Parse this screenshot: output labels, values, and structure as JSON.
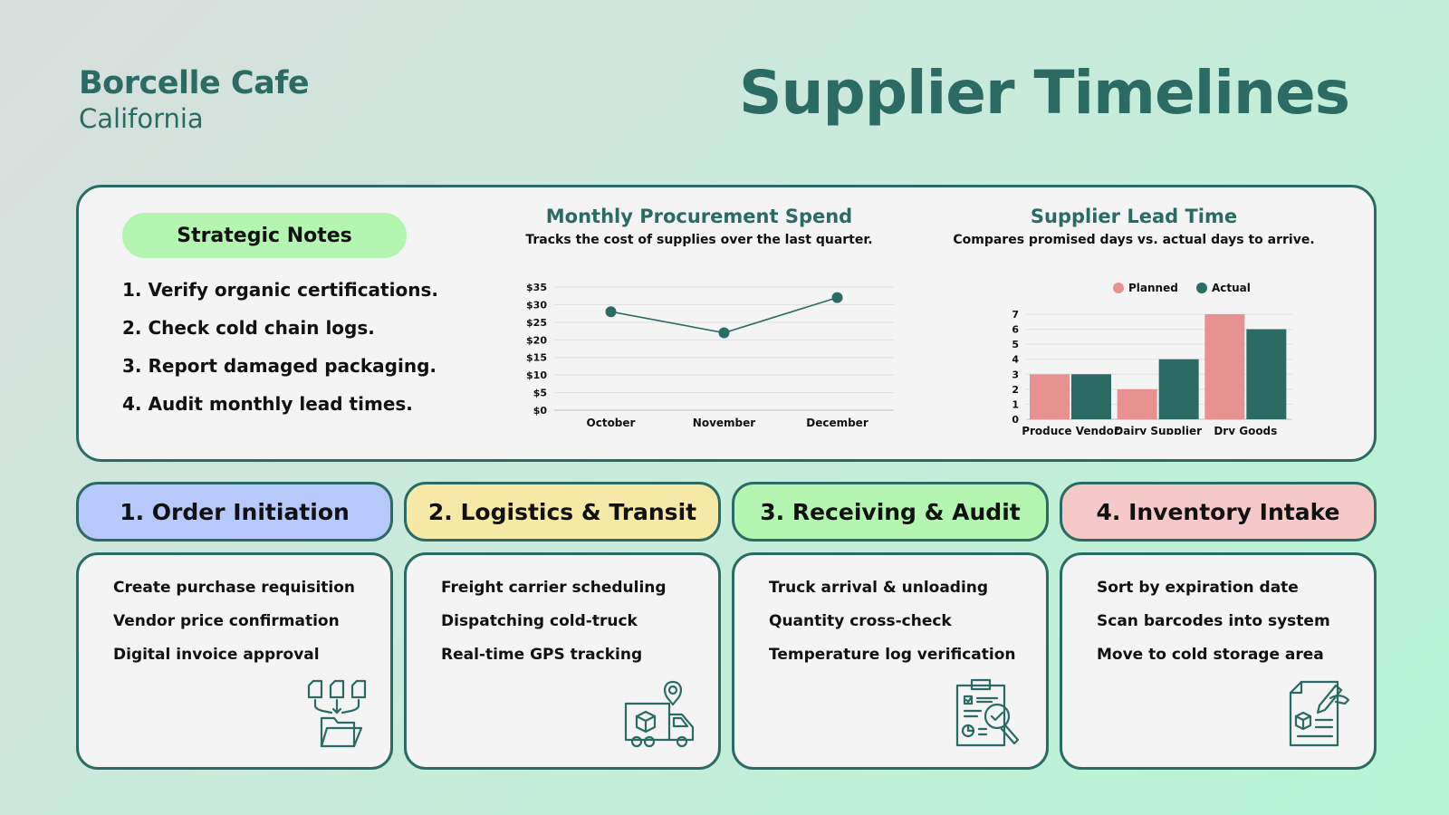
{
  "header": {
    "brand_name": "Borcelle Cafe",
    "brand_location": "California",
    "title": "Supplier Timelines"
  },
  "notes": {
    "title": "Strategic Notes",
    "items": [
      "1. Verify organic certifications.",
      "2. Check cold chain logs.",
      "3. Report damaged packaging.",
      "4. Audit monthly lead times."
    ]
  },
  "chart_data": [
    {
      "type": "line",
      "title": "Monthly Procurement Spend",
      "subtitle": "Tracks the cost of supplies over the last quarter.",
      "categories": [
        "October",
        "November",
        "December"
      ],
      "series": [
        {
          "values": [
            28,
            22,
            32
          ]
        }
      ],
      "ylim": [
        0,
        35
      ],
      "yticks": [
        "$0",
        "$5",
        "$10",
        "$15",
        "$20",
        "$25",
        "$30",
        "$35"
      ],
      "grid": true,
      "color": "#2b6b63"
    },
    {
      "type": "bar",
      "title": "Supplier Lead Time",
      "subtitle": "Compares promised days vs. actual days to arrive.",
      "categories": [
        "Produce Vendor",
        "Dairy Supplier",
        "Dry Goods"
      ],
      "series": [
        {
          "name": "Planned",
          "values": [
            3,
            2,
            7
          ],
          "color": "#e89191"
        },
        {
          "name": "Actual",
          "values": [
            3,
            4,
            6
          ],
          "color": "#2b6b63"
        }
      ],
      "ylim": [
        0,
        7
      ],
      "yticks": [
        "0",
        "1",
        "2",
        "3",
        "4",
        "5",
        "6",
        "7"
      ],
      "grid": true,
      "legend": "top"
    }
  ],
  "stages": [
    {
      "title": "1. Order Initiation",
      "color": "#b7c8fb",
      "icon": "documents-folder-icon",
      "items": [
        "Create purchase requisition",
        "Vendor price confirmation",
        "Digital invoice approval"
      ]
    },
    {
      "title": "2. Logistics & Transit",
      "color": "#f6e8a6",
      "icon": "delivery-truck-icon",
      "items": [
        "Freight carrier scheduling",
        "Dispatching cold-truck",
        "Real-time GPS tracking"
      ]
    },
    {
      "title": "3. Receiving & Audit",
      "color": "#b4f5b2",
      "icon": "clipboard-inspect-icon",
      "items": [
        "Truck arrival & unloading",
        "Quantity cross-check",
        "Temperature log verification"
      ]
    },
    {
      "title": "4. Inventory Intake",
      "color": "#f6c9c9",
      "icon": "inventory-document-icon",
      "items": [
        "Sort by expiration date",
        "Scan barcodes into system",
        "Move to cold storage area"
      ]
    }
  ]
}
